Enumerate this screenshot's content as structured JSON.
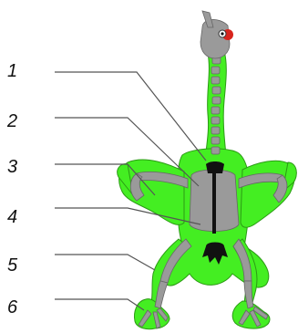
{
  "labels": [
    "1",
    "2",
    "3",
    "4",
    "5",
    "6"
  ],
  "colors": {
    "body": "#44ee22",
    "body_edge": "#2b9a14",
    "bone": "#9a9a9a",
    "bone_edge": "#666666",
    "black": "#111111",
    "leader": "#555555",
    "comb": "#d8241c"
  }
}
